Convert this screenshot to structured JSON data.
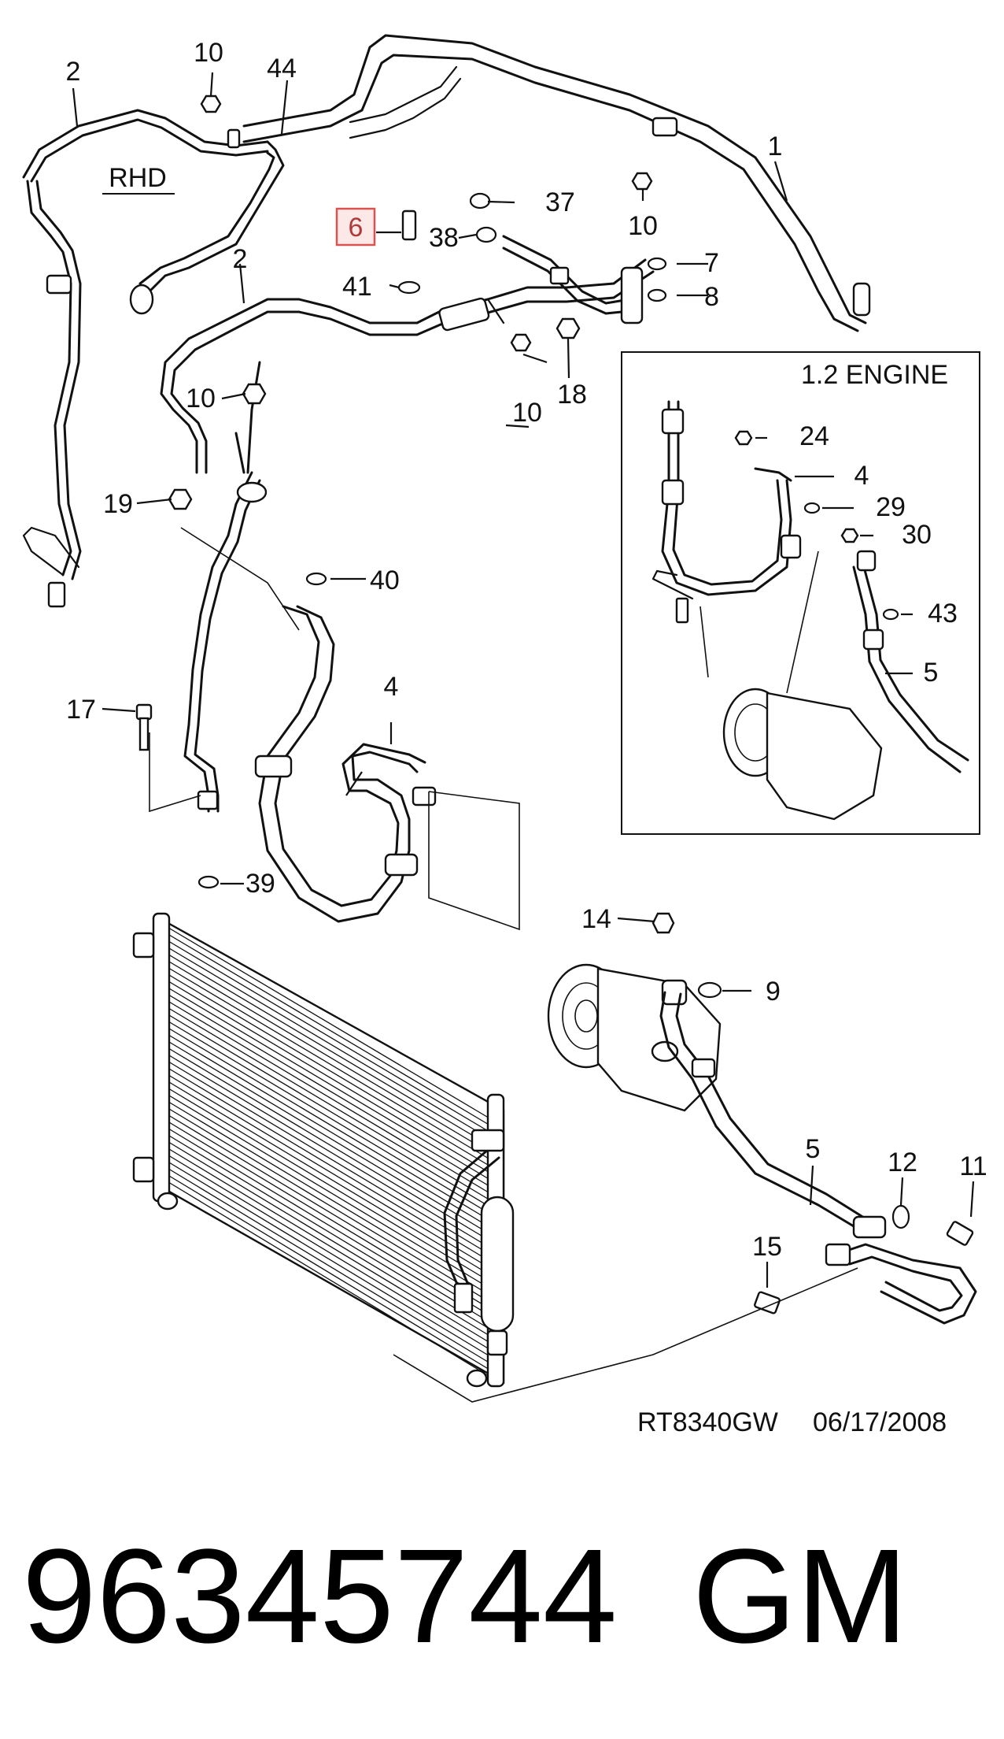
{
  "diagram": {
    "callouts": {
      "c1": "1",
      "c2a": "2",
      "c2b": "2",
      "c4": "4",
      "c5": "5",
      "c6": "6",
      "c7": "7",
      "c8": "8",
      "c9": "9",
      "c10a": "10",
      "c10b": "10",
      "c10c": "10",
      "c10d": "10",
      "c11": "11",
      "c12": "12",
      "c14": "14",
      "c15": "15",
      "c17": "17",
      "c18": "18",
      "c19": "19",
      "c37": "37",
      "c38": "38",
      "c39": "39",
      "c40": "40",
      "c41": "41",
      "c44": "44",
      "inset_c4": "4",
      "inset_c5": "5",
      "inset_c24": "24",
      "inset_c29": "29",
      "inset_c30": "30",
      "inset_c43": "43"
    },
    "rhd_label": "RHD",
    "inset_title": "1.2 ENGINE",
    "drawing_code": "RT8340GW",
    "drawing_date": "06/17/2008",
    "highlight_color": "#d9534f"
  },
  "footer": {
    "part_number": "96345744",
    "brand": "GM"
  }
}
